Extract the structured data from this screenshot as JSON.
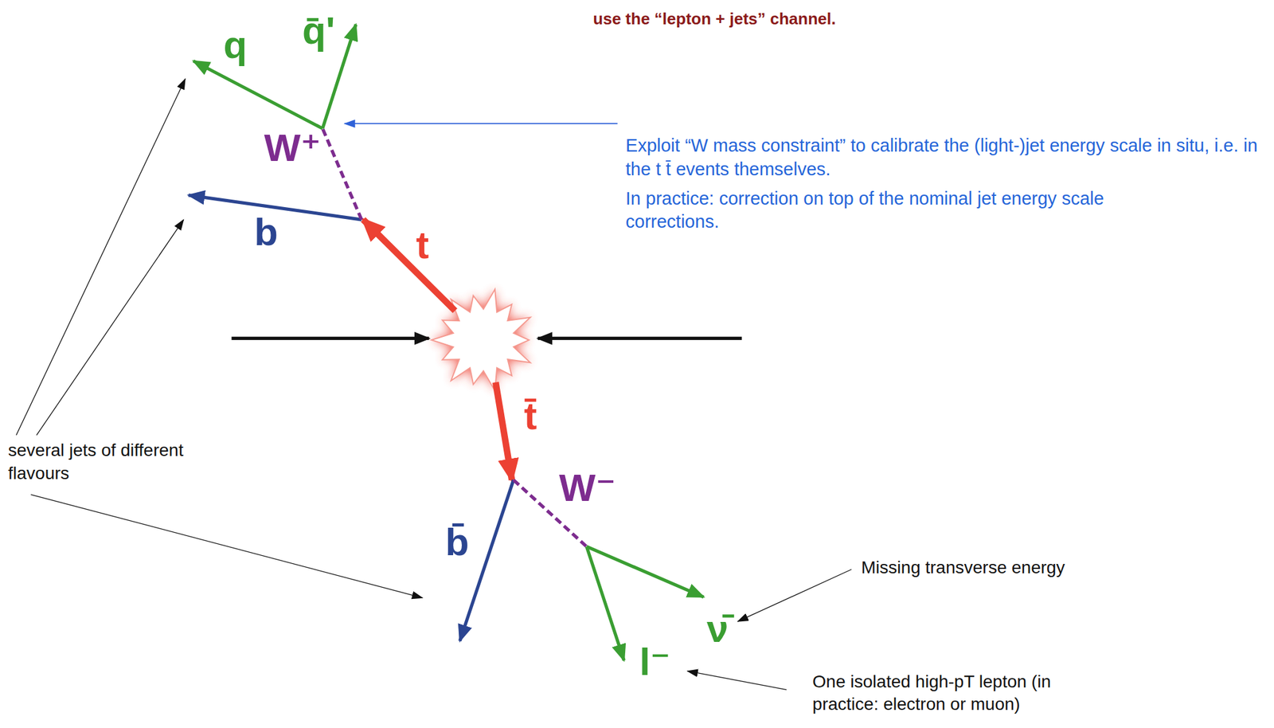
{
  "diagram": {
    "labels": [
      "use the “lepton + jets” channel.",
      "q̄'",
      "q",
      "Exploit “W mass constraint” to calibrate the (light-)jet energy scale in situ, i.e. in the t t̄ events themselves.",
      "In practice: correction on top of the nominal jet energy scale corrections.",
      "W⁺",
      "b",
      "t",
      "t̄",
      "several jets of different flavours",
      "W⁻",
      "b̄",
      "Missing transverse energy",
      "ν̄",
      "l⁻",
      "One isolated high-pT lepton (in practice: electron or muon)"
    ]
  }
}
